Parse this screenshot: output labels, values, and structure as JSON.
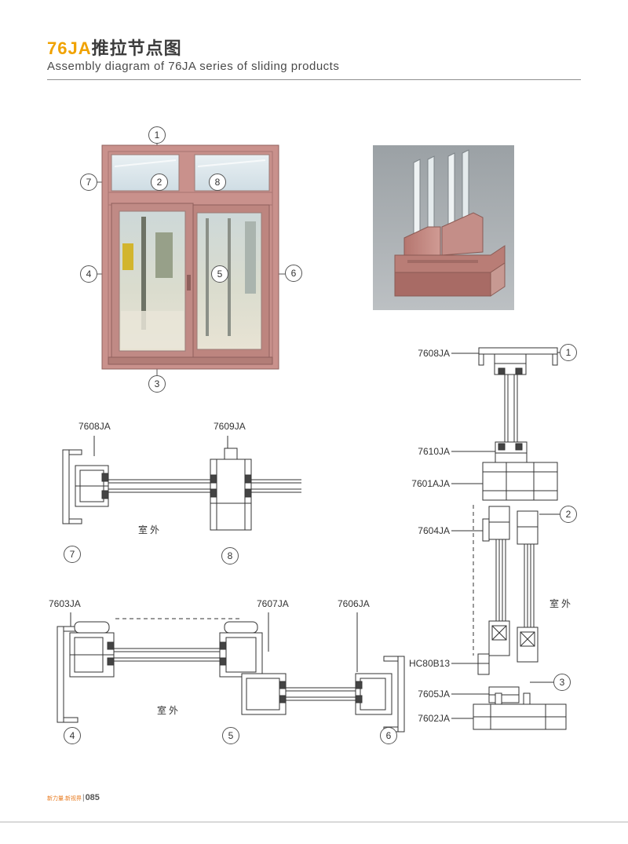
{
  "header": {
    "title_accent": "76JA",
    "title_cn": "推拉节点图",
    "subtitle": "Assembly diagram of 76JA series of sliding products"
  },
  "callouts": {
    "n1": "1",
    "n2": "2",
    "n3": "3",
    "n4": "4",
    "n5": "5",
    "n6": "6",
    "n7": "7",
    "n8": "8"
  },
  "profiles": {
    "p7608": "7608JA",
    "p7609": "7609JA",
    "p7603": "7603JA",
    "p7607": "7607JA",
    "p7606": "7606JA",
    "p7610": "7610JA",
    "p7601a": "7601AJA",
    "p7604": "7604JA",
    "hc80b13": "HC80B13",
    "p7605": "7605JA",
    "p7602": "7602JA"
  },
  "annotations": {
    "outdoor": "室外"
  },
  "footer": {
    "brand": "新力量.新视界",
    "divider": "|",
    "page_number": "085"
  },
  "colors": {
    "accent_orange": "#f0a200",
    "window_frame": "#c9918c",
    "render_background": "#a6abae",
    "line_color": "#333333"
  }
}
